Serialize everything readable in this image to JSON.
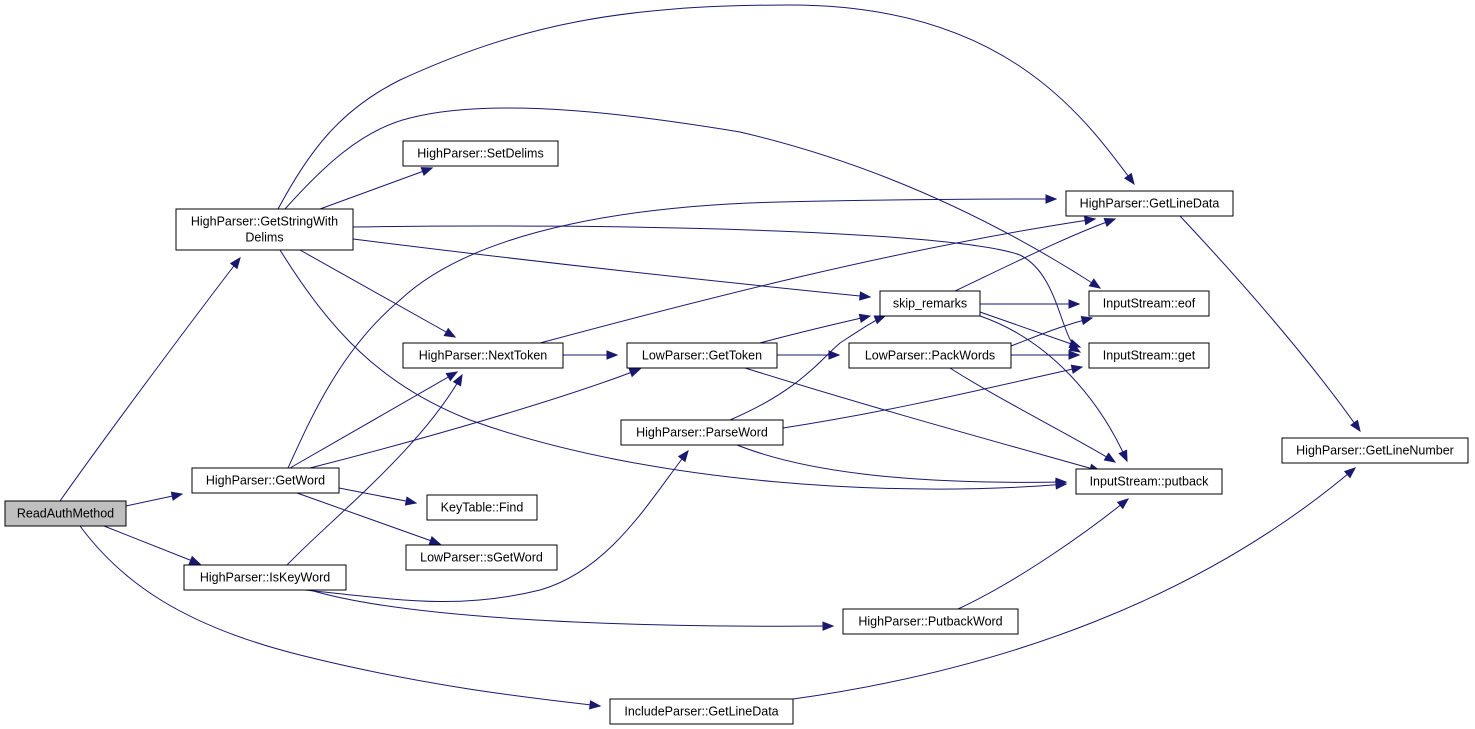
{
  "graph": {
    "colors": {
      "edge": "#191970",
      "node_border": "#000000",
      "root_fill": "#bfbfbf",
      "node_fill": "#ffffff"
    },
    "nodes": {
      "read_auth_method": {
        "label": "ReadAuthMethod",
        "root": true
      },
      "get_string_with_delims": {
        "label": [
          "HighParser::GetStringWith",
          "Delims"
        ]
      },
      "set_delims": {
        "label": "HighParser::SetDelims"
      },
      "get_word": {
        "label": "HighParser::GetWord"
      },
      "is_keyword": {
        "label": "HighParser::IsKeyWord"
      },
      "next_token": {
        "label": "HighParser::NextToken"
      },
      "key_table_find": {
        "label": "KeyTable::Find"
      },
      "s_get_word": {
        "label": "LowParser::sGetWord"
      },
      "include_get_line_data": {
        "label": "IncludeParser::GetLineData"
      },
      "get_token": {
        "label": "LowParser::GetToken"
      },
      "parse_word": {
        "label": "HighParser::ParseWord"
      },
      "skip_remarks": {
        "label": "skip_remarks"
      },
      "pack_words": {
        "label": "LowParser::PackWords"
      },
      "putback_word": {
        "label": "HighParser::PutbackWord"
      },
      "get_line_data": {
        "label": "HighParser::GetLineData"
      },
      "eof": {
        "label": "InputStream::eof"
      },
      "get": {
        "label": "InputStream::get"
      },
      "putback": {
        "label": "InputStream::putback"
      },
      "get_line_number": {
        "label": "HighParser::GetLineNumber"
      }
    },
    "edges": [
      [
        "read_auth_method",
        "get_string_with_delims"
      ],
      [
        "read_auth_method",
        "get_word"
      ],
      [
        "read_auth_method",
        "is_keyword"
      ],
      [
        "read_auth_method",
        "include_get_line_data"
      ],
      [
        "get_string_with_delims",
        "set_delims"
      ],
      [
        "get_string_with_delims",
        "get_line_data"
      ],
      [
        "get_string_with_delims",
        "eof"
      ],
      [
        "get_string_with_delims",
        "get"
      ],
      [
        "get_string_with_delims",
        "skip_remarks"
      ],
      [
        "get_string_with_delims",
        "next_token"
      ],
      [
        "get_string_with_delims",
        "putback"
      ],
      [
        "get_word",
        "get_line_data"
      ],
      [
        "get_word",
        "next_token"
      ],
      [
        "get_word",
        "get_token"
      ],
      [
        "get_word",
        "key_table_find"
      ],
      [
        "get_word",
        "s_get_word"
      ],
      [
        "is_keyword",
        "next_token"
      ],
      [
        "is_keyword",
        "parse_word"
      ],
      [
        "is_keyword",
        "putback_word"
      ],
      [
        "next_token",
        "get_line_data"
      ],
      [
        "next_token",
        "get_token"
      ],
      [
        "get_token",
        "skip_remarks"
      ],
      [
        "get_token",
        "pack_words"
      ],
      [
        "get_token",
        "putback"
      ],
      [
        "parse_word",
        "skip_remarks"
      ],
      [
        "parse_word",
        "get"
      ],
      [
        "parse_word",
        "putback"
      ],
      [
        "skip_remarks",
        "get_line_data"
      ],
      [
        "skip_remarks",
        "eof"
      ],
      [
        "skip_remarks",
        "get"
      ],
      [
        "skip_remarks",
        "putback"
      ],
      [
        "pack_words",
        "eof"
      ],
      [
        "pack_words",
        "get"
      ],
      [
        "pack_words",
        "putback"
      ],
      [
        "putback_word",
        "putback"
      ],
      [
        "get_line_data",
        "get_line_number"
      ],
      [
        "include_get_line_data",
        "get_line_number"
      ]
    ]
  }
}
